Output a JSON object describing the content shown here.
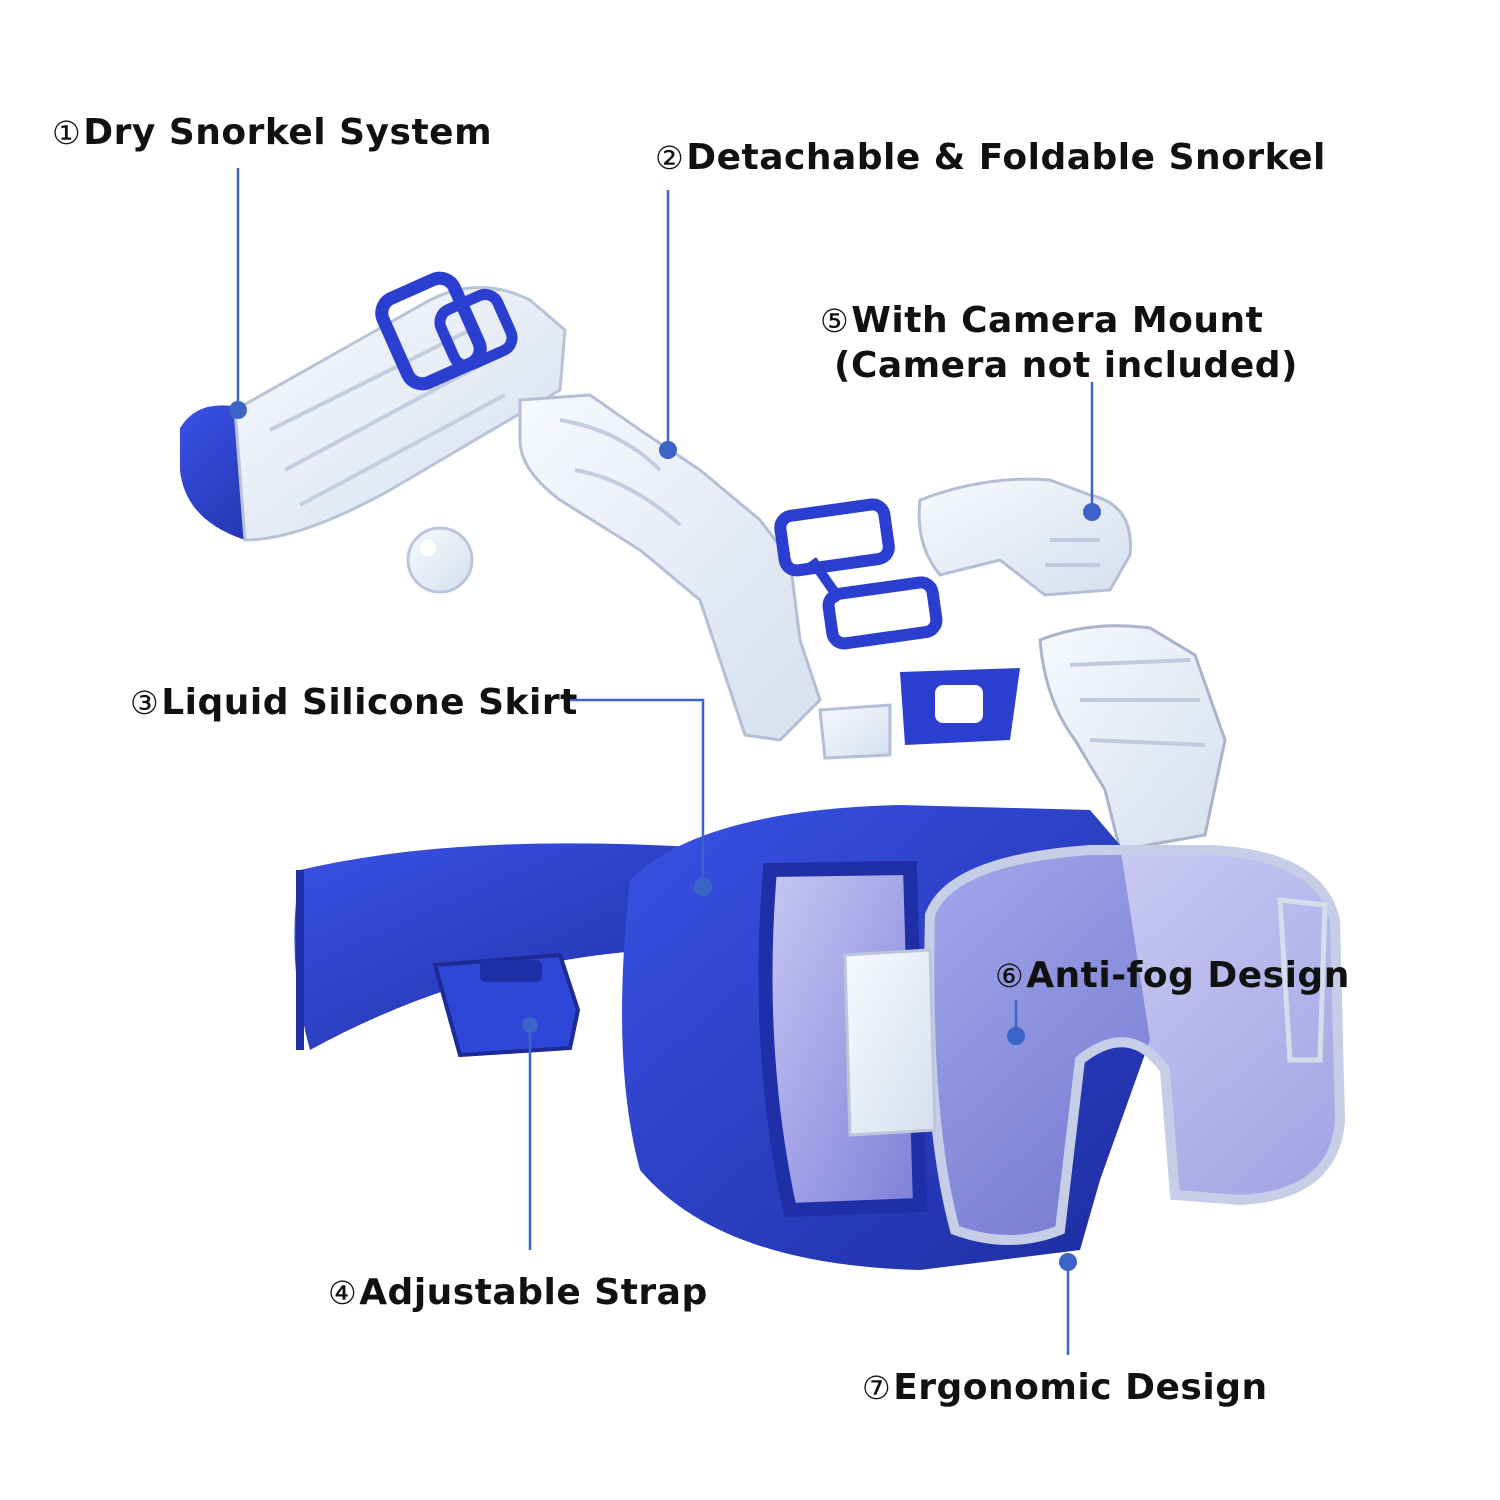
{
  "colors": {
    "accent": "#2a3fd0",
    "accent_dark": "#1f2fa8",
    "leader": "#3c64c8",
    "clear_plastic": "#e6ecf6"
  },
  "callouts": [
    {
      "num": "①",
      "text": "Dry Snorkel System"
    },
    {
      "num": "②",
      "text": "Detachable & Foldable Snorkel"
    },
    {
      "num": "③",
      "text": "Liquid Silicone Skirt"
    },
    {
      "num": "④",
      "text": "Adjustable Strap"
    },
    {
      "num": "⑤",
      "text": "With Camera Mount",
      "subtext": "(Camera not included)"
    },
    {
      "num": "⑥",
      "text": "Anti-fog Design"
    },
    {
      "num": "⑦",
      "text": "Ergonomic Design"
    }
  ]
}
